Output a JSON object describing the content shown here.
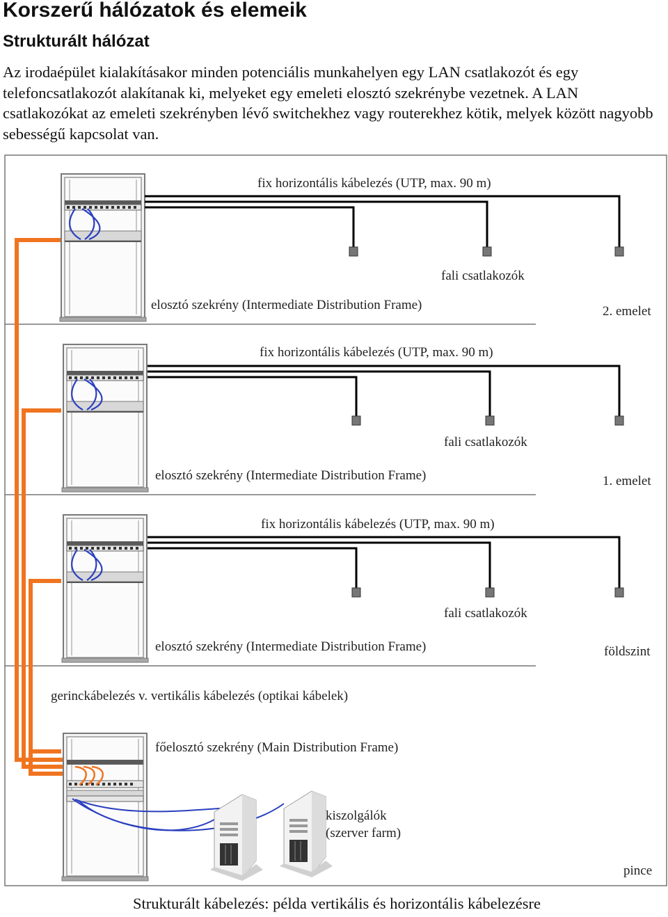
{
  "header": {
    "title": "Korszerű hálózatok és elemeik",
    "subtitle": "Strukturált hálózat"
  },
  "intro": "Az irodaépület kialakításakor minden potenciális munkahelyen egy LAN csatlakozót és egy telefoncsatlakozót alakítanak ki, melyeket egy emeleti elosztó szekrénybe vezetnek. A LAN csatlakozókat az emeleti szekrényben lévő switchekhez vagy routerekhez kötik, melyek között nagyobb sebességű kapcsolat van.",
  "figure": {
    "floors": [
      {
        "name": "2. emelet",
        "cabling": "fix horizontális kábelezés (UTP, max. 90 m)",
        "outlets": "fali csatlakozók",
        "cabinet": "elosztó szekrény (Intermediate Distribution Frame)"
      },
      {
        "name": "1. emelet",
        "cabling": "fix horizontális kábelezés (UTP, max. 90 m)",
        "outlets": "fali csatlakozók",
        "cabinet": "elosztó szekrény (Intermediate Distribution Frame)"
      },
      {
        "name": "földszint",
        "cabling": "fix horizontális kábelezés (UTP, max. 90 m)",
        "outlets": "fali csatlakozók",
        "cabinet": "elosztó szekrény (Intermediate Distribution Frame)"
      }
    ],
    "basement": {
      "name": "pince",
      "backbone": "gerinckábelezés v. vertikális kábelezés (optikai kábelek)",
      "main_cabinet": "főelosztó szekrény (Main Distribution Frame)",
      "servers_line1": "kiszolgálók",
      "servers_line2": "(szerver farm)"
    },
    "colors": {
      "fiber": "#f07420",
      "patch": "#2a3fc0",
      "utp": "#000000",
      "frame": "#888888"
    }
  },
  "caption": "Strukturált kábelezés: példa vertikális és horizontális kábelezésre"
}
